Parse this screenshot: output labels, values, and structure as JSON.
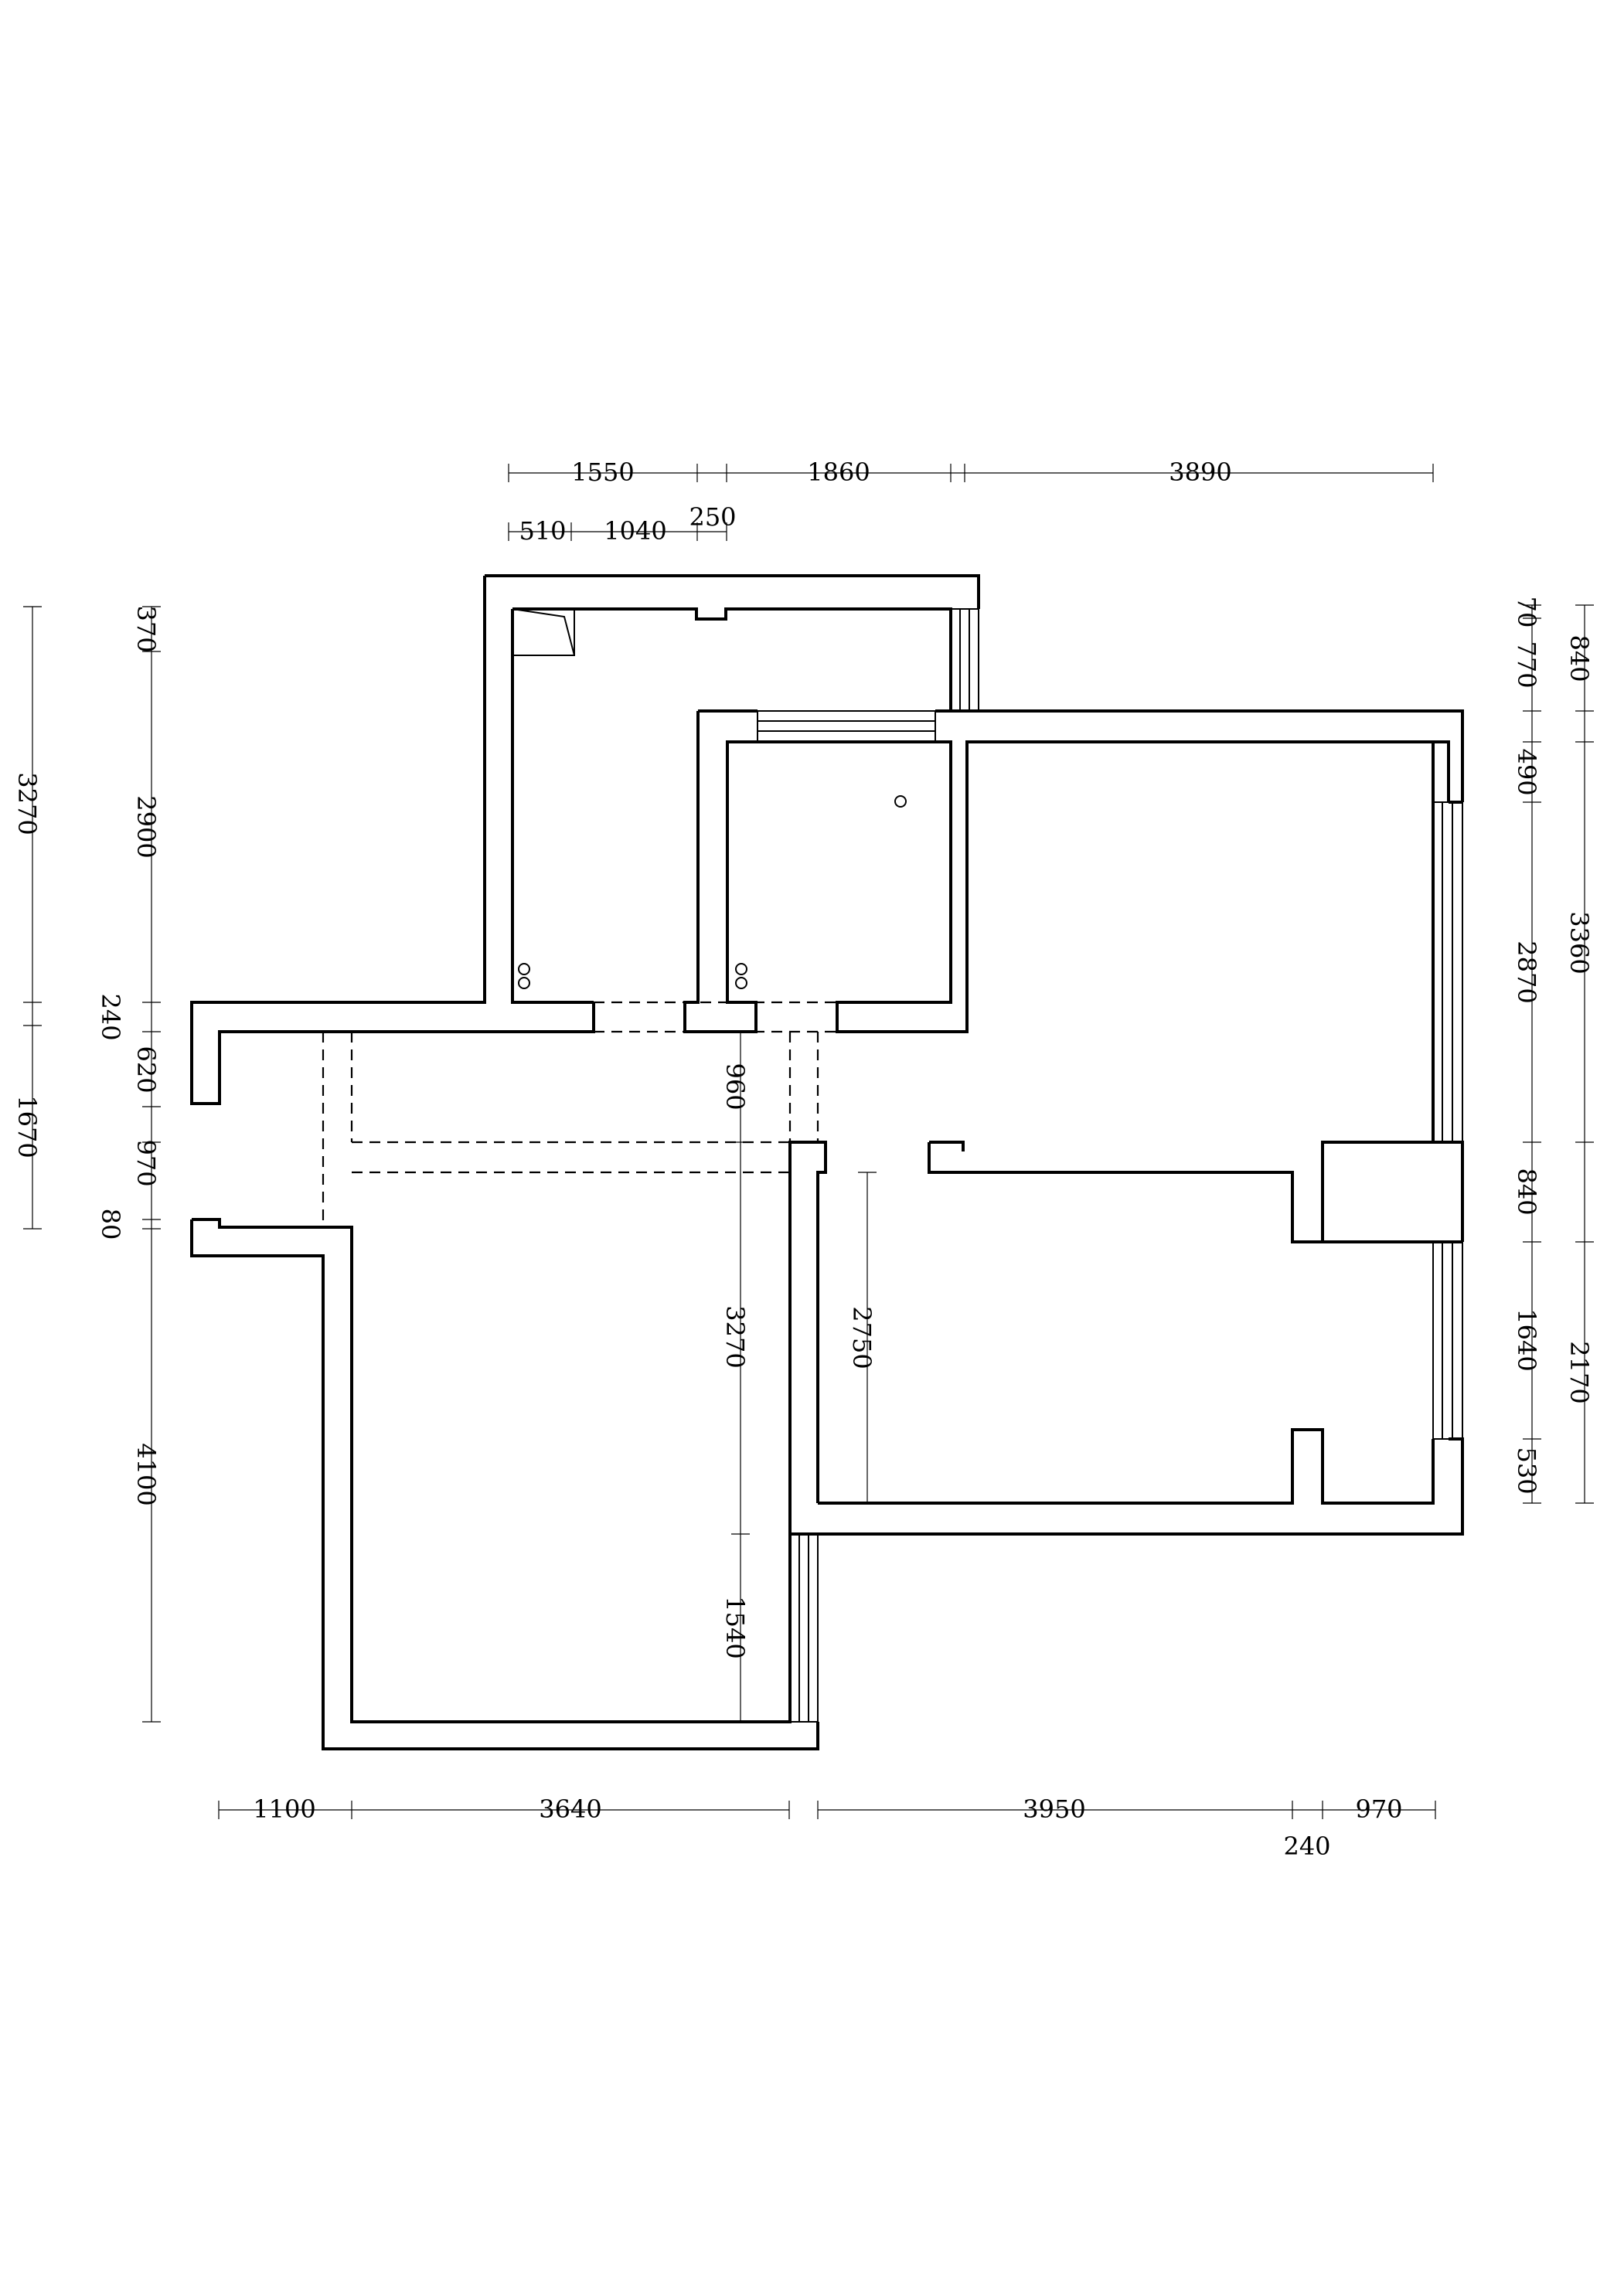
{
  "dimensions": {
    "top_row1": [
      "1550",
      "1860",
      "3890"
    ],
    "top_row2": [
      "510",
      "1040",
      "250"
    ],
    "left_outer": [
      "3270",
      "1670"
    ],
    "left_inner": [
      "370",
      "2900",
      "240",
      "620",
      "970",
      "80",
      "4100"
    ],
    "center_vertical": [
      "960",
      "3270",
      "1540",
      "2750"
    ],
    "right_inner": [
      "70",
      "770",
      "490",
      "2870",
      "840",
      "1640",
      "530"
    ],
    "right_outer": [
      "840",
      "3360",
      "2170"
    ],
    "bottom": [
      "1100",
      "3640",
      "3950",
      "240",
      "970"
    ]
  }
}
